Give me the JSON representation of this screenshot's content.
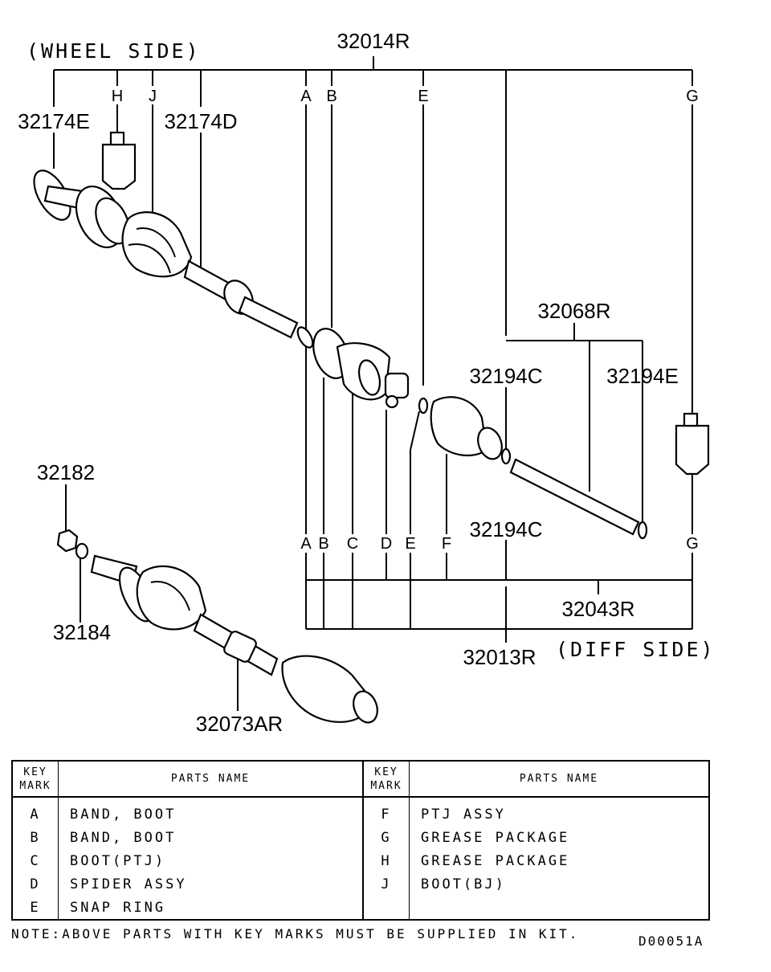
{
  "callouts": {
    "assy_main": "32014R",
    "wheel_side": "(WHEEL SIDE)",
    "diff_side": "(DIFF SIDE)",
    "boot_band_e": "32174E",
    "boot_band_d": "32174D",
    "shaft_assy": "32068R",
    "snap_ring_c_top": "32194C",
    "snap_ring_e": "32194E",
    "snap_ring_c_bottom": "32194C",
    "nut": "32182",
    "washer": "32184",
    "shaft_73": "32073AR",
    "ptj_kit": "32043R",
    "diff_assy": "32013R"
  },
  "key_letters": {
    "top": [
      "H",
      "J",
      "A",
      "B",
      "E",
      "G"
    ],
    "bottom": [
      "A",
      "B",
      "C",
      "D",
      "E",
      "F",
      "G"
    ]
  },
  "table": {
    "header": {
      "key_mark": [
        "KEY",
        "MARK"
      ],
      "parts_name": "PARTS NAME"
    },
    "left": [
      {
        "key": "A",
        "name": "BAND, BOOT"
      },
      {
        "key": "B",
        "name": "BAND, BOOT"
      },
      {
        "key": "C",
        "name": "BOOT(PTJ)"
      },
      {
        "key": "D",
        "name": "SPIDER ASSY"
      },
      {
        "key": "E",
        "name": "SNAP RING"
      }
    ],
    "right": [
      {
        "key": "F",
        "name": "PTJ ASSY"
      },
      {
        "key": "G",
        "name": "GREASE PACKAGE"
      },
      {
        "key": "H",
        "name": "GREASE PACKAGE"
      },
      {
        "key": "J",
        "name": "BOOT(BJ)"
      },
      {
        "key": "",
        "name": ""
      }
    ]
  },
  "note": "NOTE:ABOVE PARTS WITH KEY MARKS MUST BE SUPPLIED IN KIT.",
  "drawing_code": "D00051A"
}
